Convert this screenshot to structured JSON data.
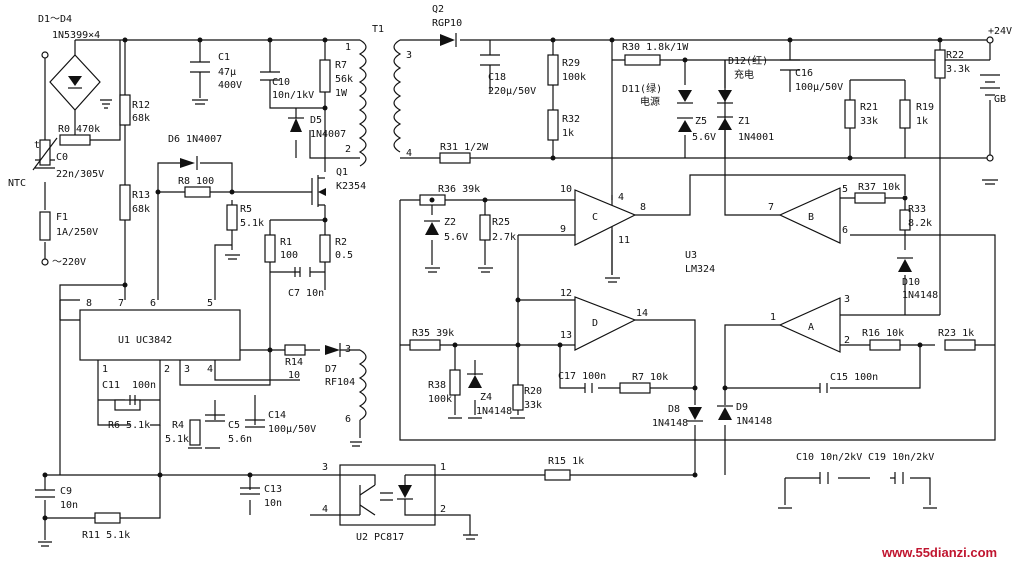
{
  "labels": {
    "d1_d4": "D1～D4",
    "d1_d4_part": "1N5399×4",
    "r0": "R0 470k",
    "c0_t": "t",
    "c0": "C0",
    "c0_val": "22n/305V",
    "ntc": "NTC",
    "f1": "F1",
    "f1_val": "1A/250V",
    "ac_in": "～220V",
    "c1": "C1",
    "c1_v1": "47μ",
    "c1_v2": "400V",
    "c10": "C10",
    "c10_val": "10n/1kV",
    "r7": "R7",
    "r7_v1": "56k",
    "r7_v2": "1W",
    "d5": "D5",
    "d5_part": "1N4007",
    "t1": "T1",
    "r12": "R12",
    "r12_val": "68k",
    "r13": "R13",
    "r13_val": "68k",
    "d6": "D6 1N4007",
    "r8": "R8 100",
    "r5": "R5",
    "r5_val": "5.1k",
    "q1": "Q1",
    "q1_part": "K2354",
    "r1": "R1",
    "r1_val": "100",
    "r2": "R2",
    "r2_val": "0.5",
    "c7": "C7 10n",
    "u1": "U1 UC3842",
    "pin8": "8",
    "pin7": "7",
    "pin6": "6",
    "pin5": "5",
    "pin1": "1",
    "pin2": "2",
    "pin3": "3",
    "pin4": "4",
    "c11": "C11",
    "c11_val": "100n",
    "r6": "R6 5.1k",
    "r14": "R14",
    "r14_val": "10",
    "d7": "D7",
    "d7_part": "RF104",
    "r4": "R4",
    "r4_val": "5.1k",
    "c5": "C5",
    "c5_val": "5.6n",
    "c14": "C14",
    "c14_val": "100μ/50V",
    "c13": "C13",
    "c13_val": "10n",
    "c9": "C9",
    "c9_val": "10n",
    "r11": "R11 5.1k",
    "u2": "U2 PC817",
    "u2_p3": "3",
    "u2_p4": "4",
    "u2_p1": "1",
    "u2_p2": "2",
    "q2": "Q2",
    "q2_part": "RGP10",
    "c18": "C18",
    "c18_val": "220μ/50V",
    "r29": "R29",
    "r29_val": "100k",
    "r32": "R32",
    "r32_val": "1k",
    "r31": "R31 1/2W",
    "r30": "R30 1.8k/1W",
    "d11": "D11(绿)",
    "d11_name": "电源",
    "d12": "D12(红)",
    "d12_name": "充电",
    "z5": "Z5",
    "z5_val": "5.6V",
    "z1": "Z1",
    "z1_val": "1N4001",
    "c16": "C16",
    "c16_val": "100μ/50V",
    "r21": "R21",
    "r21_val": "33k",
    "r19": "R19",
    "r19_val": "1k",
    "r22": "R22",
    "r22_val": "3.3k",
    "plus24": "+24V",
    "gb": "GB",
    "r36": "R36 39k",
    "z2": "Z2",
    "z2_val": "5.6V",
    "r25": "R25",
    "r25_val": "2.7k",
    "opC": "C",
    "opB": "B",
    "opD": "D",
    "opA": "A",
    "u3": "U3",
    "u3_part": "LM324",
    "r37": "R37 10k",
    "r33": "R33",
    "r33_val": "8.2k",
    "d10": "D10",
    "d10_part": "1N4148",
    "r35": "R35 39k",
    "r38": "R38",
    "r38_val": "100k",
    "z4": "Z4",
    "z4_part": "1N4148",
    "r20": "R20",
    "r20_val": "33k",
    "c17": "C17 100n",
    "r7b": "R7 10k",
    "d8": "D8",
    "d8_part": "1N4148",
    "d9": "D9",
    "d9_part": "1N4148",
    "r16": "R16 10k",
    "r23": "R23 1k",
    "c15": "C15 100n",
    "r15": "R15 1k",
    "c10b": "C10 10n/2kV",
    "c19": "C19 10n/2kV",
    "n10": "10",
    "n9": "9",
    "n8": "8",
    "n4": "4",
    "n11": "11",
    "n5": "5",
    "n7": "7",
    "n6": "6",
    "n12": "12",
    "n13": "13",
    "n14": "14",
    "n3": "3",
    "n1": "1",
    "n2": "2",
    "t3": "3",
    "t1p": "1",
    "t2p": "2",
    "t6": "6",
    "t4": "4",
    "t3s": "3",
    "watermark": "www.55dianzi.com"
  }
}
